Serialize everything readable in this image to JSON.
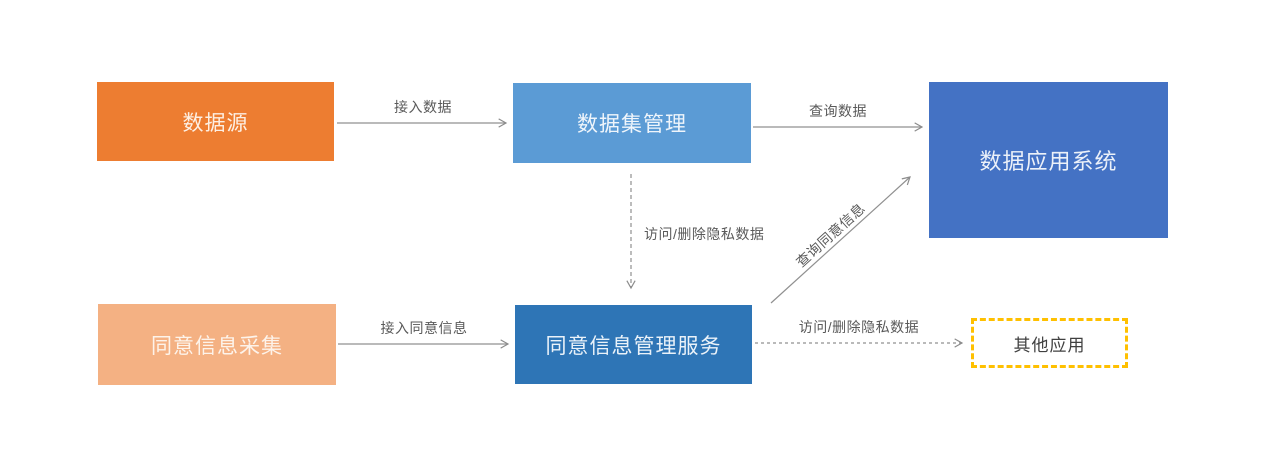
{
  "diagram": {
    "title": "",
    "edge_color": "#8C8C8C",
    "label_color": "#595959",
    "nodes": [
      {
        "id": "data-source",
        "label": "数据源",
        "fill": "#ED7D31",
        "text_color": "#FDEFE3",
        "shape": "rect-solid"
      },
      {
        "id": "dataset-management",
        "label": "数据集管理",
        "fill": "#5B9BD5",
        "text_color": "#EFF5FB",
        "shape": "rect-solid"
      },
      {
        "id": "data-application-system",
        "label": "数据应用系统",
        "fill": "#4472C4",
        "text_color": "#ECF1F9",
        "shape": "rect-solid"
      },
      {
        "id": "consent-info-collection",
        "label": "同意信息采集",
        "fill": "#F4B183",
        "text_color": "#FDF3EA",
        "shape": "rect-solid"
      },
      {
        "id": "consent-management-service",
        "label": "同意信息管理服务",
        "fill": "#2E75B6",
        "text_color": "#EAF2F9",
        "shape": "rect-solid"
      },
      {
        "id": "other-applications",
        "label": "其他应用",
        "fill": "#FFFFFF",
        "text_color": "#404040",
        "border_color": "#FFC000",
        "shape": "rect-dashed-border"
      }
    ],
    "edges": [
      {
        "from": "data-source",
        "to": "dataset-management",
        "label": "接入数据",
        "style": "solid"
      },
      {
        "from": "dataset-management",
        "to": "data-application-system",
        "label": "查询数据",
        "style": "solid"
      },
      {
        "from": "dataset-management",
        "to": "consent-management-service",
        "label": "访问/删除隐私数据",
        "style": "dashed"
      },
      {
        "from": "consent-management-service",
        "to": "data-application-system",
        "label": "查询同意信息",
        "style": "solid",
        "label_rotation_deg": -42
      },
      {
        "from": "consent-info-collection",
        "to": "consent-management-service",
        "label": "接入同意信息",
        "style": "solid"
      },
      {
        "from": "consent-management-service",
        "to": "other-applications",
        "label": "访问/删除隐私数据",
        "style": "dashed"
      }
    ]
  }
}
